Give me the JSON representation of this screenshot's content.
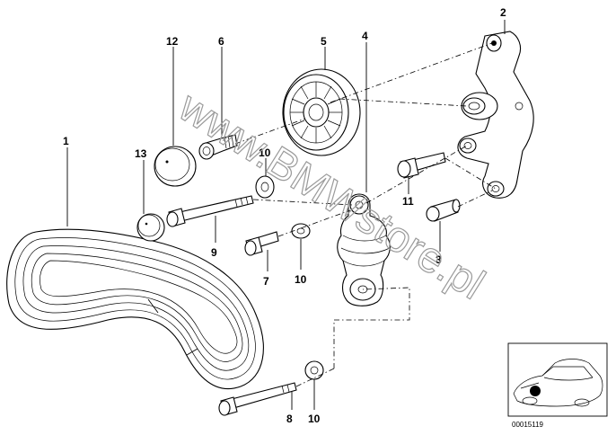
{
  "diagram": {
    "callouts": [
      {
        "id": "1",
        "label": "1"
      },
      {
        "id": "2",
        "label": "2"
      },
      {
        "id": "3",
        "label": "3"
      },
      {
        "id": "4",
        "label": "4"
      },
      {
        "id": "5",
        "label": "5"
      },
      {
        "id": "6",
        "label": "6"
      },
      {
        "id": "7",
        "label": "7"
      },
      {
        "id": "8",
        "label": "8"
      },
      {
        "id": "9",
        "label": "9"
      },
      {
        "id": "10a",
        "label": "10"
      },
      {
        "id": "10b",
        "label": "10"
      },
      {
        "id": "10c",
        "label": "10"
      },
      {
        "id": "11",
        "label": "11"
      },
      {
        "id": "12",
        "label": "12"
      },
      {
        "id": "13",
        "label": "13"
      }
    ],
    "watermark": "www.BMWstore.pl",
    "figure_number": "00015119"
  }
}
